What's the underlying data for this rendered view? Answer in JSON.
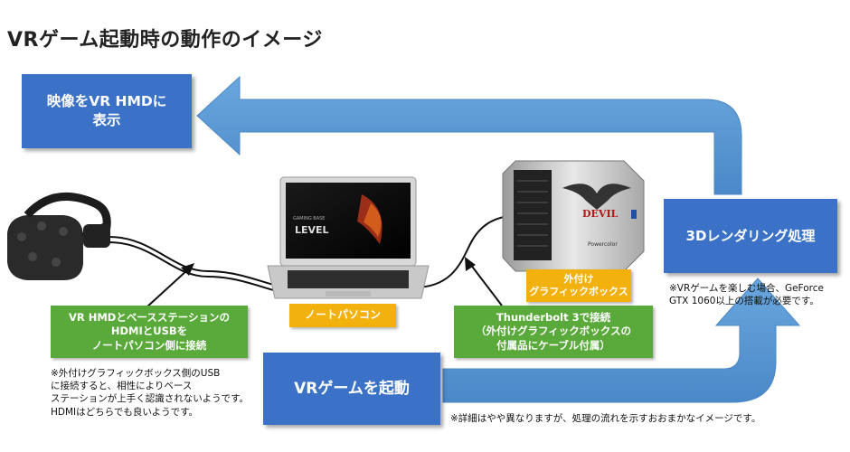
{
  "title": "VRゲーム起動時の動作のイメージ",
  "boxes": {
    "display_hmd": "映像をVR HMDに\n表示",
    "rendering": "3Dレンダリング処理",
    "launch": "VRゲームを起動"
  },
  "labels": {
    "notebook": "ノートパソコン",
    "external_gpu": "外付け\nグラフィックボックス",
    "hmd_connection": "VR HMDとベースステーションの\nHDMIとUSBを\nノートパソコン側に接続",
    "thunderbolt": "Thunderbolt 3で接続\n（外付けグラフィックボックスの\n付属品にケーブル付属）"
  },
  "notes": {
    "gpu_usb": "※外付けグラフィックボックス側のUSB\nに接続すると、相性によりベース\nステーションが上手く認識されないようです。\nHDMIはどちらでも良いようです。",
    "requirement": "※VRゲームを楽しむ場合、GeForce\nGTX 1060以上の搭載が必要です。",
    "detail": "※詳細はやや異なりますが、処理の流れを示すおおまかなイメージです。"
  },
  "laptop_screen": {
    "brand_small": "GAMING BASE",
    "brand_logo": "LEVEL"
  },
  "gpu_box": {
    "brand": "DEVIL",
    "maker": "Powercolor"
  },
  "colors": {
    "arrow": "#5b9bd5",
    "blue_box": "#3b72c8",
    "green_box": "#5aa93b",
    "yellow_box": "#f3b10d"
  }
}
